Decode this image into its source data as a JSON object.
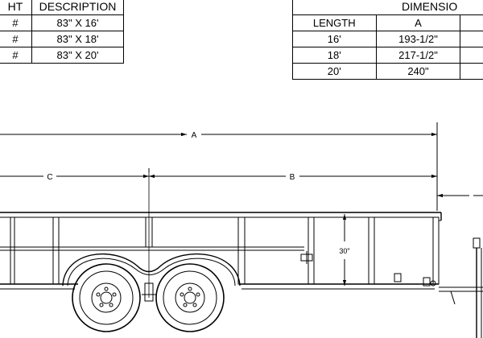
{
  "weight_table": {
    "col_weight_header": "HT",
    "col_desc_header": "DESCRIPTION",
    "rows": [
      {
        "weight": "#",
        "description": "83\" X 16'"
      },
      {
        "weight": "#",
        "description": "83\" X 18'"
      },
      {
        "weight": "#",
        "description": "83\" X 20'"
      }
    ]
  },
  "dimension_table": {
    "title": "DIMENSIO",
    "col_length_header": "LENGTH",
    "col_a_header": "A",
    "rows": [
      {
        "length": "16'",
        "a": "193-1/2\""
      },
      {
        "length": "18'",
        "a": "217-1/2\""
      },
      {
        "length": "20'",
        "a": "240\""
      }
    ]
  },
  "drawing": {
    "dim_a_label": "A",
    "dim_b_label": "B",
    "dim_c_label": "C",
    "rail_height_label": "30\""
  }
}
